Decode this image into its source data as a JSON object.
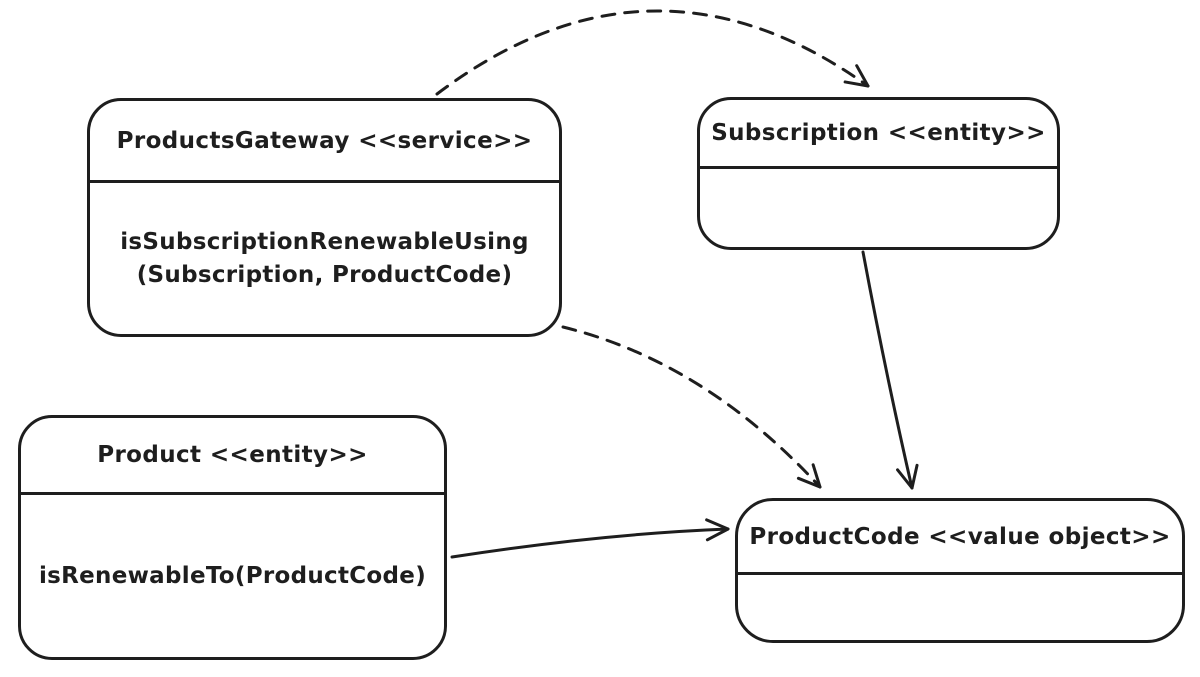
{
  "colors": {
    "stroke": "#1e1e1e",
    "background": "#ffffff"
  },
  "boxes": {
    "products_gateway": {
      "title": "ProductsGateway <<service>>",
      "body_lines": [
        "isSubscriptionRenewableUsing",
        "(Subscription, ProductCode)"
      ]
    },
    "subscription": {
      "title": "Subscription <<entity>>",
      "body_lines": []
    },
    "product": {
      "title": "Product <<entity>>",
      "body_lines": [
        "isRenewableTo(ProductCode)"
      ]
    },
    "product_code": {
      "title": "ProductCode <<value object>>",
      "body_lines": []
    }
  },
  "edges": [
    {
      "from": "ProductsGateway",
      "to": "Subscription",
      "style": "dashed",
      "type": "dependency"
    },
    {
      "from": "ProductsGateway",
      "to": "ProductCode",
      "style": "dashed",
      "type": "dependency"
    },
    {
      "from": "Subscription",
      "to": "ProductCode",
      "style": "solid",
      "type": "association"
    },
    {
      "from": "Product",
      "to": "ProductCode",
      "style": "solid",
      "type": "association"
    }
  ]
}
